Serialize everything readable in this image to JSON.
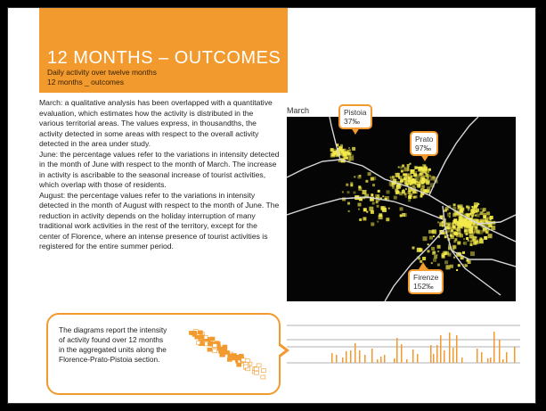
{
  "header": {
    "title": "12 MONTHS – OUTCOMES",
    "subtitle_1": "Daily activity over twelve months",
    "subtitle_2": "12 months _ outcomes"
  },
  "body": {
    "p1": "March: a qualitative analysis has been overlapped with a quantitative evaluation, which estimates how the activity is distributed in the various territorial areas. The values express, in thousandths, the activity detected in some areas with respect to the overall activity detected in the area under study.",
    "p2": "June: the percentage values refer to the variations in intensity detected in the month of June with respect to the month of March. The increase in activity is ascribable to the seasonal increase of tourist activities, which overlap with those of residents.",
    "p3": "August: the percentage values refer to the variations in intensity detected in the month of August with respect to the month of June. The reduction in activity depends on the holiday interruption of many traditional work activities in the rest of the territory, except for the center of Florence, where an intense presence of tourist activities is registered for the entire summer period."
  },
  "map": {
    "label": "March",
    "callouts": [
      {
        "city": "Pistoia",
        "value": "37‰"
      },
      {
        "city": "Prato",
        "value": "97‰"
      },
      {
        "city": "Firenze",
        "value": "152‰"
      }
    ]
  },
  "note": {
    "text": "The diagrams report the intensity of activity found over 12 months in the aggregated units along the Florence-Prato-Pistoia section."
  },
  "colors": {
    "accent": "#f29a2e",
    "map_bg": "#050505",
    "activity": "#f3ea4a",
    "roads": "#d8d8d8"
  }
}
